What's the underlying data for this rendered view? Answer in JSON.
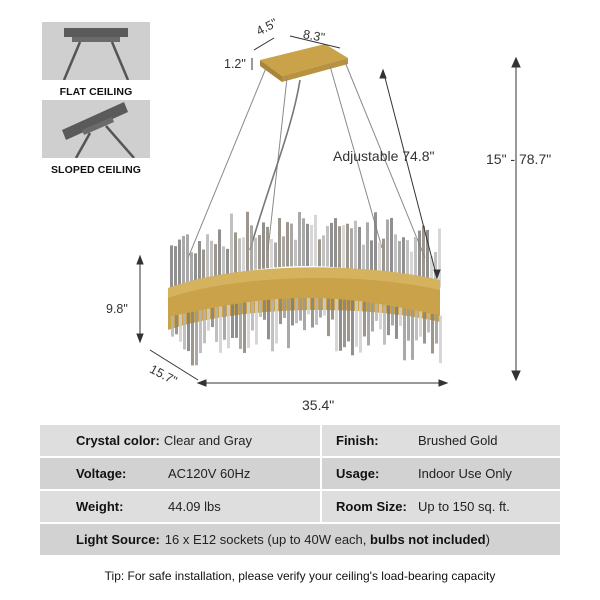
{
  "ceiling_types": [
    {
      "label": "FLAT CEILING"
    },
    {
      "label": "SLOPED CEILING"
    }
  ],
  "dimensions": {
    "canopy_depth": "4.5\"",
    "canopy_width": "8.3\"",
    "canopy_height": "1.2\"",
    "adjustable": "Adjustable 74.8\"",
    "overall_height": "15\" - 78.7\"",
    "body_height": "9.8\"",
    "body_depth": "15.7\"",
    "body_width": "35.4\""
  },
  "specs": [
    {
      "k1": "Crystal color:",
      "v1": "Clear and Gray",
      "k2": "Finish:",
      "v2": "Brushed Gold"
    },
    {
      "k1": "Voltage:",
      "v1": "AC120V 60Hz",
      "k2": "Usage:",
      "v2": "Indoor Use Only"
    },
    {
      "k1": "Weight:",
      "v1": "44.09 lbs",
      "k2": "Room Size:",
      "v2": "Up to 150 sq. ft."
    }
  ],
  "light_source": {
    "label": "Light Source:",
    "value": "16 x E12 sockets (up to 40W each, ",
    "bold": "bulbs not included",
    "end": ")"
  },
  "tip": "Tip: For safe installation, please verify your ceiling's load-bearing capacity",
  "colors": {
    "gold": "#c9a24a",
    "row_light": "#dedede",
    "row_dark": "#d2d2d2"
  }
}
